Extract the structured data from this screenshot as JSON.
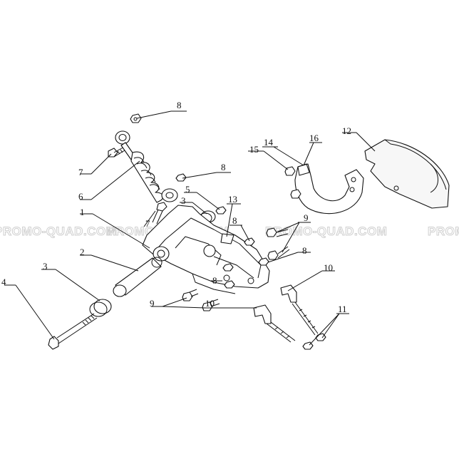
{
  "diagram": {
    "watermark": "PROMO-QUAD.COM",
    "part_numbers": [
      "1",
      "2",
      "3",
      "3",
      "4",
      "5",
      "6",
      "7",
      "7",
      "8",
      "8",
      "8",
      "8",
      "8",
      "9",
      "9",
      "10",
      "10",
      "11",
      "12",
      "13",
      "14",
      "15",
      "16"
    ]
  }
}
